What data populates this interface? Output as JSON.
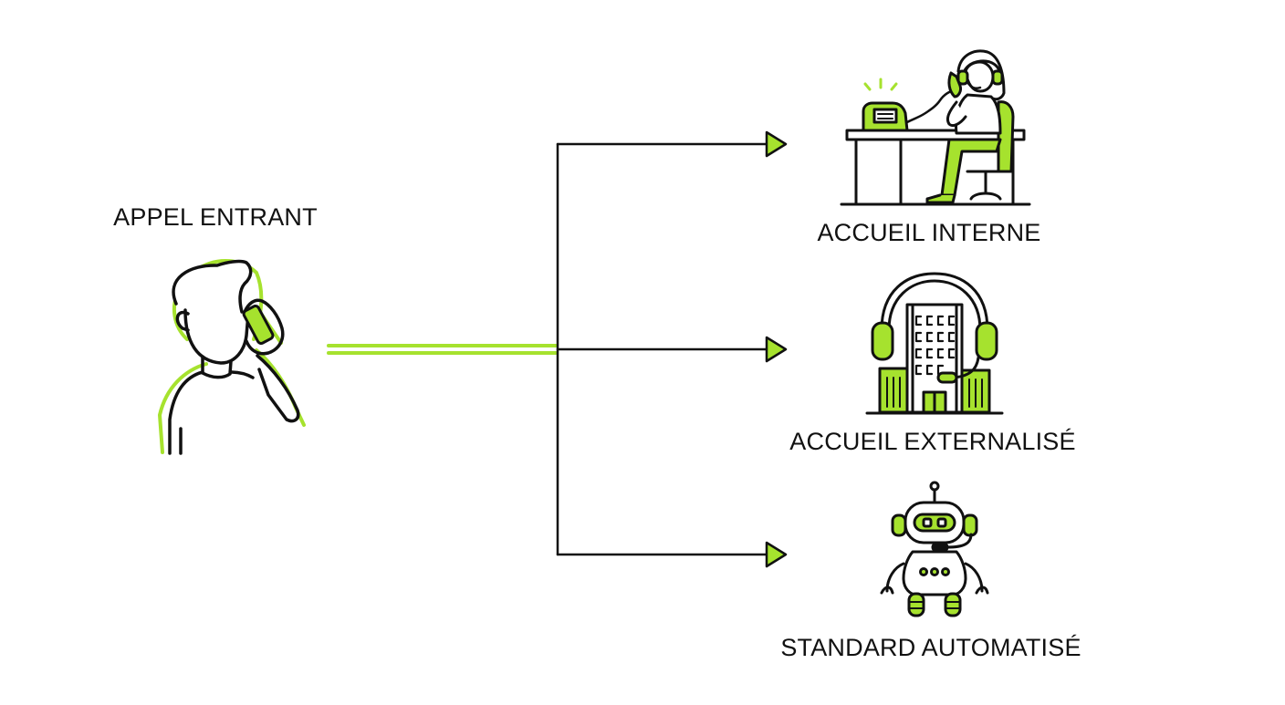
{
  "source": {
    "label": "APPEL ENTRANT",
    "icon": "person-on-phone-icon"
  },
  "destinations": [
    {
      "label": "ACCUEIL INTERNE",
      "icon": "receptionist-at-desk-icon"
    },
    {
      "label": "ACCUEIL EXTERNALISÉ",
      "icon": "building-with-headset-icon"
    },
    {
      "label": "STANDARD AUTOMATISÉ",
      "icon": "robot-with-headset-icon"
    }
  ],
  "colors": {
    "accent": "#a6e22e",
    "line": "#111111",
    "background": "#ffffff"
  }
}
